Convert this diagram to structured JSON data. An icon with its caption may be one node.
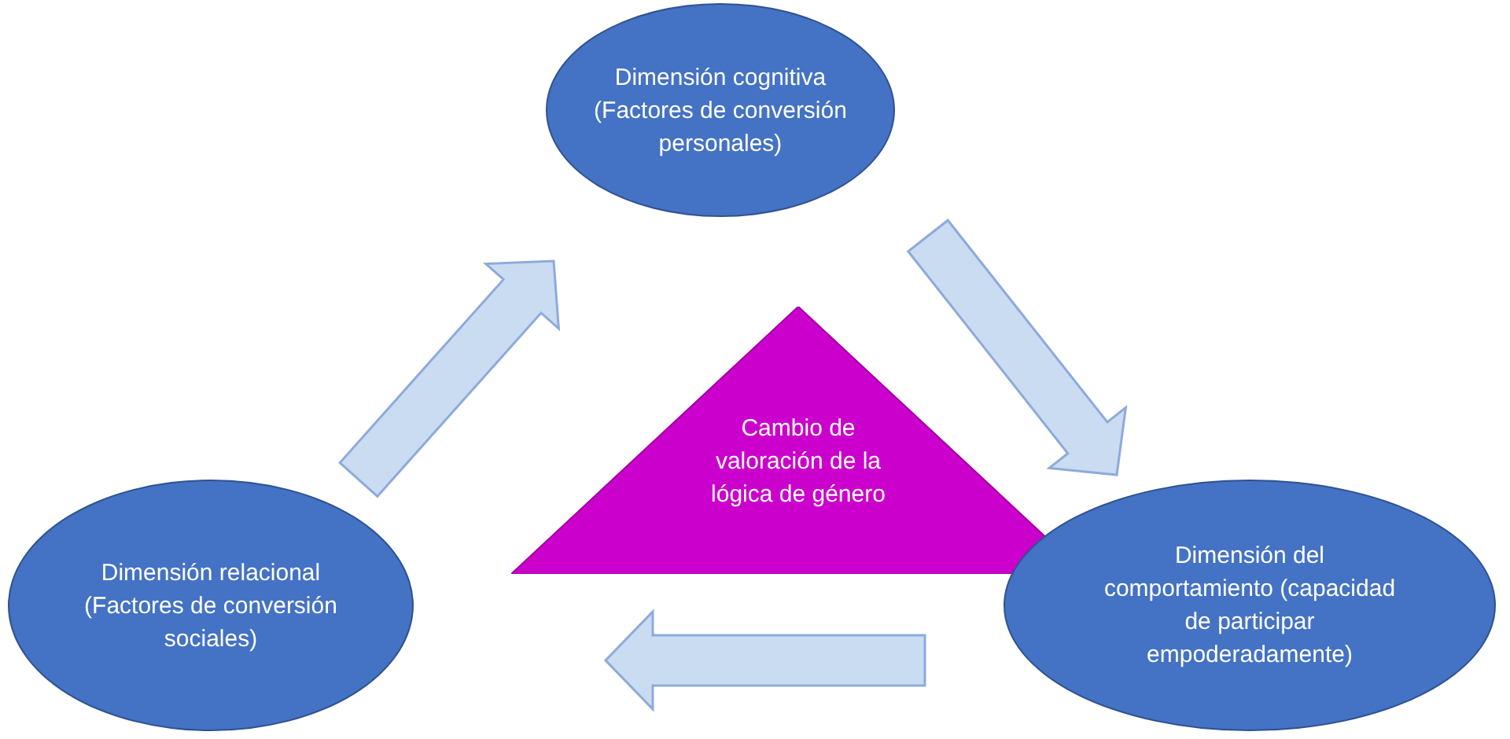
{
  "diagram": {
    "nodes": [
      {
        "text": [
          "Dimensión cognitiva (Factores de conversión personales)"
        ]
      },
      {
        "text": [
          "Cambio de valoración de la lógica de género"
        ]
      },
      {
        "text": [
          "Dimensión relacional (Factores de conversión sociales)"
        ]
      },
      {
        "text": [
          "Dimensión del comportamiento (capacidad de participar empoderadamente)"
        ]
      }
    ],
    "edges": [
      {
        "from": 2,
        "to": 0,
        "arrow": "to"
      },
      {
        "from": 0,
        "to": 3,
        "arrow": "to"
      },
      {
        "from": 3,
        "to": 2,
        "arrow": "to"
      }
    ]
  }
}
